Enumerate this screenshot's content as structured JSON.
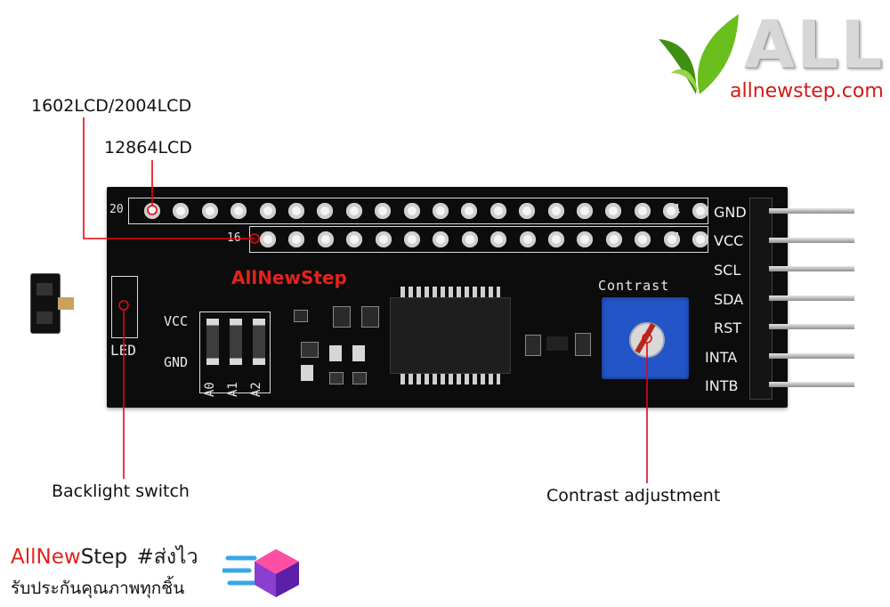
{
  "logo": {
    "big": "ALL",
    "site": "allnewstep.com"
  },
  "callouts": {
    "lcd1602": "1602LCD/2004LCD",
    "lcd12864": "12864LCD",
    "backlight": "Backlight switch",
    "contrast": "Contrast adjustment"
  },
  "board": {
    "row1_num": "20",
    "row1_end": "1",
    "row2_num": "16",
    "row2_end": "1",
    "pins": [
      "GND",
      "VCC",
      "SCL",
      "SDA",
      "RST",
      "INTA",
      "INTB"
    ],
    "silk_vcc": "VCC",
    "silk_gnd": "GND",
    "silk_led": "LED",
    "addr": [
      "A0",
      "A1",
      "A2"
    ],
    "brand": "AllNewStep",
    "pot_label": "Contrast"
  },
  "footer": {
    "brand_all": "All",
    "brand_new": "New",
    "brand_step": "Step",
    "tag": "#ส่งไว",
    "subline": "รับประกันคุณภาพทุกชิ้น"
  },
  "colors": {
    "brand_red": "#e3231b",
    "callout_line": "#e30613",
    "pot_blue": "#2355c9",
    "leaf_green": "#6abf1e"
  }
}
